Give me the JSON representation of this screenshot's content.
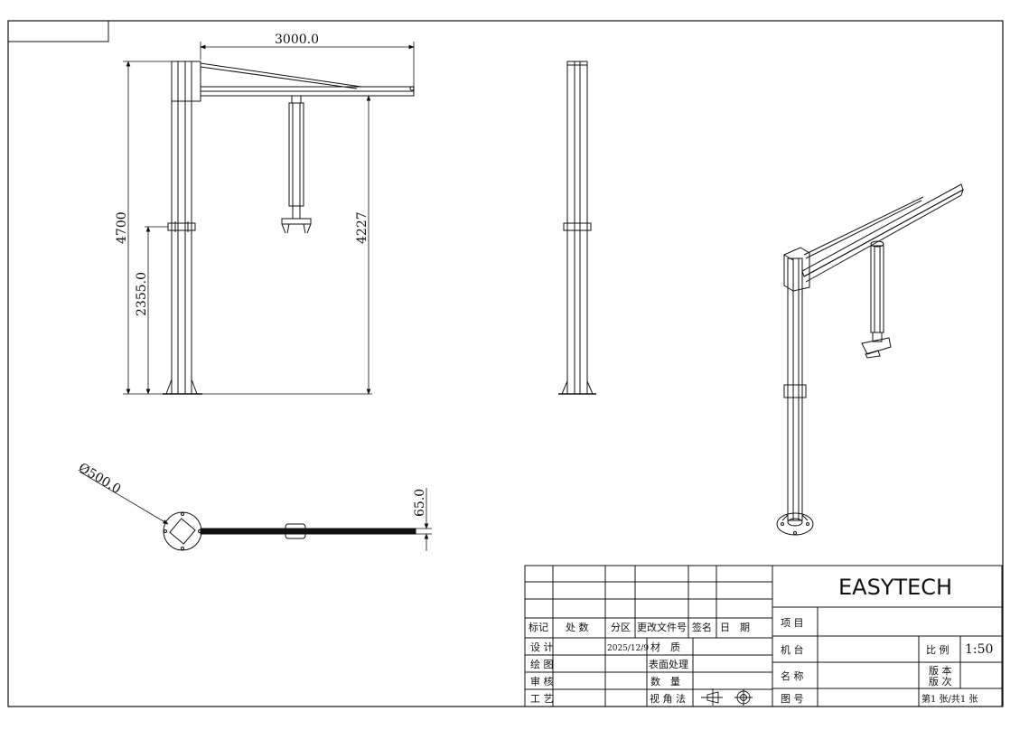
{
  "drawing": {
    "dims": {
      "arm_length": "3000.0",
      "total_height": "4700",
      "lower_height": "2355.0",
      "hook_height": "4227",
      "base_diameter": "Ø500.0",
      "arm_width": "65.0"
    }
  },
  "title_block": {
    "company": "EASYTECH",
    "revision_headers": [
      "标记",
      "处 数",
      "分区",
      "更改文件号",
      "签名",
      "日　期"
    ],
    "design_label": "设 计",
    "design_date": "2025/12/9",
    "material_label": "材　质",
    "draw_label": "绘 图",
    "surface_label": "表面处理",
    "review_label": "审 核",
    "quantity_label": "数　量",
    "process_label": "工 艺",
    "view_method_label": "视 角 法",
    "project_label": "项 目",
    "machine_label": "机 台",
    "name_label": "名 称",
    "number_label": "图 号",
    "scale_label": "比 例",
    "scale_value": "1:50",
    "version_label_1": "版 本",
    "version_label_2": "版 次",
    "sheet_label": "第1 张/共1 张"
  }
}
